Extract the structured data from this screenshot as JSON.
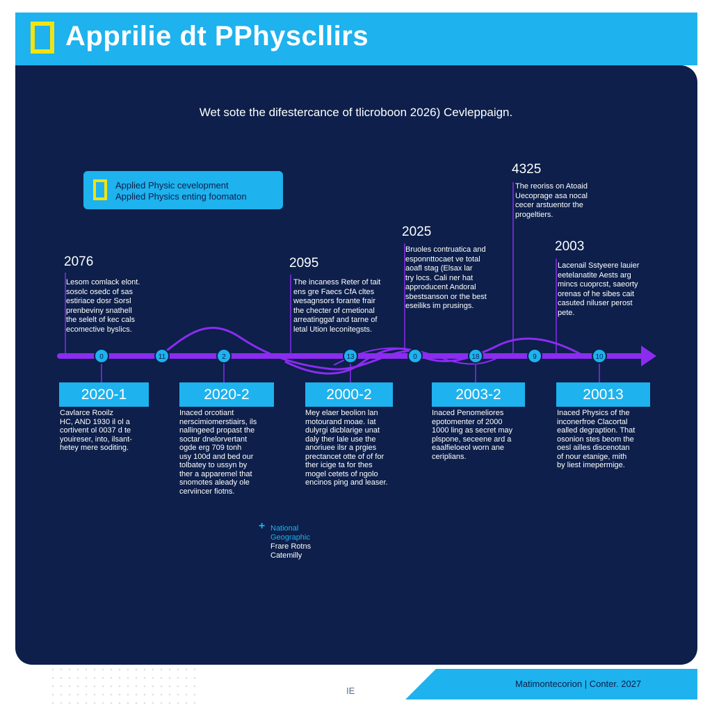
{
  "header": {
    "title": "Apprilie dt PPhyscllirs"
  },
  "subtitle": "Wet sote the difestercance of tlicroboon 2026) Cevleppaign.",
  "legend": {
    "line1": "Applied Physic cevelopment",
    "line2": "Applied Physics enting foomaton"
  },
  "top_events": [
    {
      "year": "2076",
      "lines": [
        "Lesom comlack elont.",
        "sosolc osedc of sas",
        "estiriace dosr Sorsl",
        "prenbeviny snathell",
        "the selelt of kec cals",
        "ecomective byslics."
      ]
    },
    {
      "year": "2095",
      "lines": [
        "The incaness Reter of tait",
        "ens gre Faecs CfA cltes",
        "wesagnsors forante frair",
        "the checter of cmetional",
        "arreatinggaf and tarne of",
        "letal Ution leconitegsts."
      ]
    },
    {
      "year": "2025",
      "lines": [
        "Bruoles contruatica and",
        "esponnttocaet ve total",
        "aoafl stag (Elsax lar",
        "try locs. Cali ner hat",
        "approducent Andoral",
        "sbestsanson or the best",
        "eseiliks im prusings."
      ]
    },
    {
      "year": "4325",
      "lines": [
        "The reoriss on Atoaid",
        "Uecoprage asa nocal",
        "cecer arstuentor the",
        "progeltiers."
      ]
    },
    {
      "year": "2003",
      "lines": [
        "Lacenail Sstyeere lauier",
        "eetelanatite Aests arg",
        "mincs cuoprcst, saeorty",
        "orenas of he sibes cait",
        "casuted niluser perost",
        "pete."
      ]
    }
  ],
  "nodes": [
    "0",
    "11",
    "2",
    "13",
    "0",
    "18",
    "9",
    "10"
  ],
  "bottom_events": [
    {
      "label": "2020-1",
      "lines": [
        "Cavlarce Rooilz",
        "HC, AND 1930 il ol a",
        "cortivent ol 0037 d te",
        "youireser, into, ilsant-",
        "hetey mere soditing."
      ]
    },
    {
      "label": "2020-2",
      "lines": [
        "Inaced orcotiant",
        "nerscimiomerstiairs, ils",
        "nallingeed propast the",
        "soctar dnelorvertant",
        "ogde erg 709 tonh",
        "usy 100d and bed our",
        "tolbatey to ussyn by",
        "ther a apparemel that",
        "snomotes aleady ole",
        "cerviincer fiotns."
      ]
    },
    {
      "label": "2000-2",
      "lines": [
        "Mey elaer beolion lan",
        "motourand moae. Iat",
        "dulyrgi dicblarige unat",
        "daly ther lale use the",
        "anoriuee ilsr a prgies",
        "prectancet otte of of for",
        "ther icige ta for thes",
        "mogel cetets of ngolo",
        "encinos ping and leaser."
      ]
    },
    {
      "label": "2003-2",
      "lines": [
        "Inaced Penomeliores",
        "epotomenter of 2000",
        "1000 ling as secret may",
        "plspone, seceene ard a",
        "eaalfieloeol worn ane",
        "ceriplians."
      ]
    },
    {
      "label": "20013",
      "lines": [
        "Inaced Physics of the",
        "inconerfroe Clacortal",
        "ealled degraption. That",
        "osonion stes beom the",
        "oesl ailles discenotan",
        "of nour etanige, mith",
        "by liest imepermige."
      ]
    }
  ],
  "credit": [
    "National",
    "Geographic",
    "Frare Rotns",
    "Catemilly"
  ],
  "footer": {
    "text": "Matimontecorion  |  Conter. 2027",
    "glyph": "IE"
  },
  "colors": {
    "panel": "#0d1f4a",
    "accent": "#1eb2ee",
    "timeline": "#8b2cf0",
    "logo": "#f2e312"
  }
}
